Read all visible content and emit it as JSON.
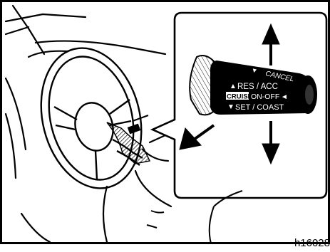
{
  "figure": {
    "stalk_labels": {
      "cancel": "CANCEL",
      "res_acc": "RES / ACC",
      "cruise": "CRUISE",
      "on_off": "ON-OFF",
      "set_coast": "SET / COAST"
    },
    "reference_code": "h16028"
  }
}
